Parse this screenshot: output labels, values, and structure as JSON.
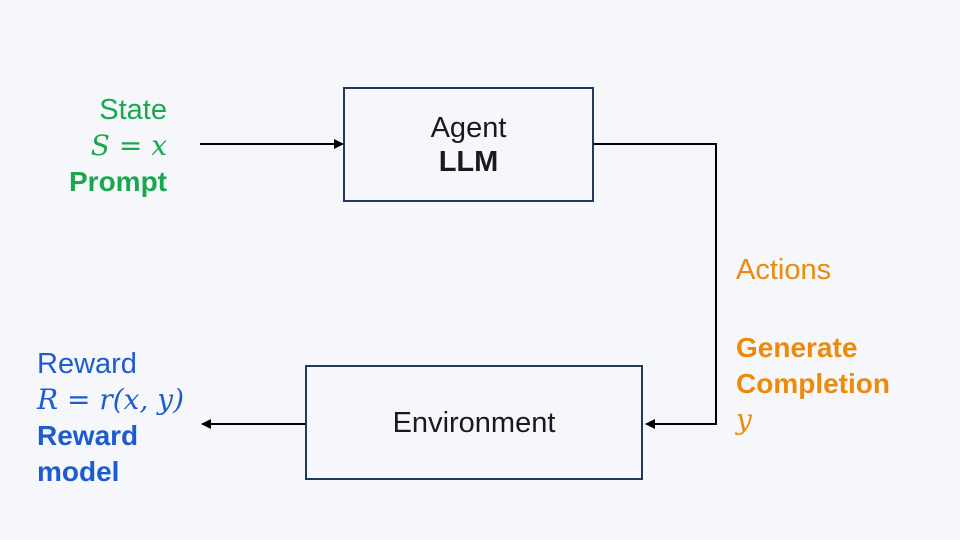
{
  "state": {
    "label": "State",
    "formula": "S = x",
    "name": "Prompt",
    "color": "#1aa84f"
  },
  "agent": {
    "label": "Agent",
    "name": "LLM"
  },
  "actions": {
    "label": "Actions",
    "line1": "Generate",
    "line2": "Completion",
    "formula": "y",
    "color": "#ec8a0c"
  },
  "environment": {
    "label": "Environment"
  },
  "reward": {
    "label": "Reward",
    "formula": "R = r(x, y)",
    "line1": "Reward",
    "line2": "model",
    "color": "#1d5bd1"
  }
}
